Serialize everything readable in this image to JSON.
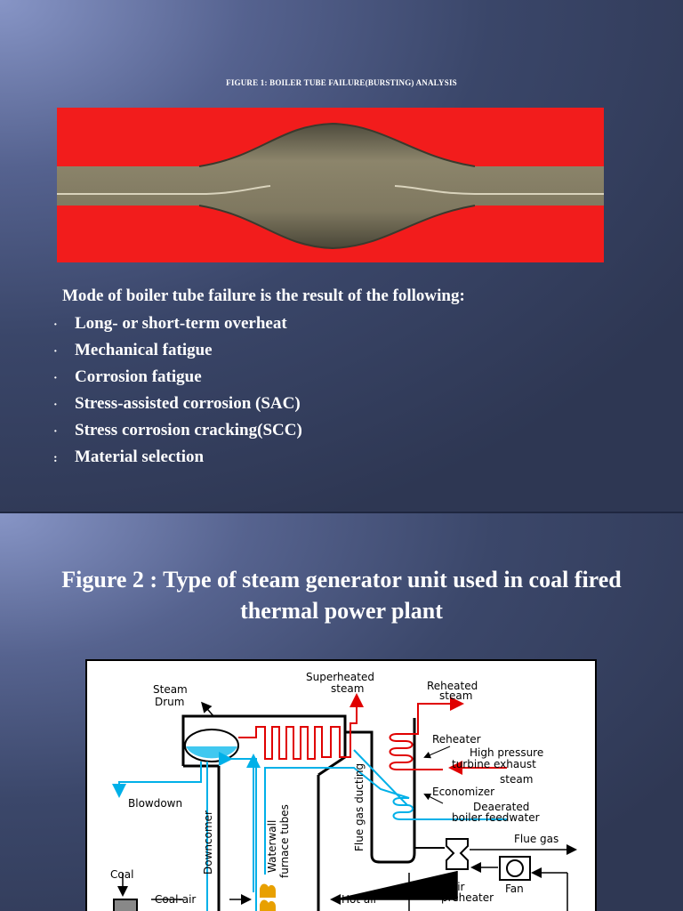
{
  "slide1": {
    "figure_title": "FIGURE 1: BOILER TUBE FAILURE(BURSTING) ANALYSIS",
    "photo_colors": {
      "background": "#f21c1c",
      "tube": "#8a8267"
    },
    "modes_heading": "Mode of boiler tube failure  is the result of  the following:",
    "modes": [
      {
        "bullet": "·",
        "text": "Long- or short-term overheat"
      },
      {
        "bullet": "·",
        "text": "Mechanical fatigue"
      },
      {
        "bullet": "·",
        "text": "Corrosion fatigue"
      },
      {
        "bullet": "·",
        "text": "Stress-assisted corrosion (SAC)"
      },
      {
        "bullet": "·",
        "text": "Stress corrosion cracking(SCC)"
      },
      {
        "bullet": ":",
        "text": "Material selection"
      }
    ]
  },
  "slide2": {
    "figure_title": "Figure 2 : Type of steam generator unit used in coal fired thermal power plant",
    "diagram": {
      "steam_drum": "Steam",
      "steam_drum_2": "Drum",
      "superheated": "Superheated",
      "superheated_2": "steam",
      "reheated": "Reheated",
      "reheated_2": "steam",
      "reheater": "Reheater",
      "hp_exhaust": "High pressure",
      "hp_exhaust_2": "turbine exhaust",
      "hp_exhaust_3": "steam",
      "economizer": "Economizer",
      "deaerated": "Deaerated",
      "deaerated_2": "boiler feedwater",
      "blowdown": "Blowdown",
      "downcomer": "Downcomer",
      "waterwall": "Waterwall",
      "waterwall_2": "furnace tubes",
      "flue_gas_ducting": "Flue gas ducting",
      "flue_gas": "Flue gas",
      "coal": "Coal",
      "coal_air": "Coal-air",
      "hot_air": "Hot air",
      "air_preheater": "Air",
      "air_preheater_2": "preheater",
      "fan": "Fan",
      "colors": {
        "steam": "#e00000",
        "water": "#00b0e8",
        "line": "#000000",
        "flame": "#e8a000"
      }
    }
  }
}
